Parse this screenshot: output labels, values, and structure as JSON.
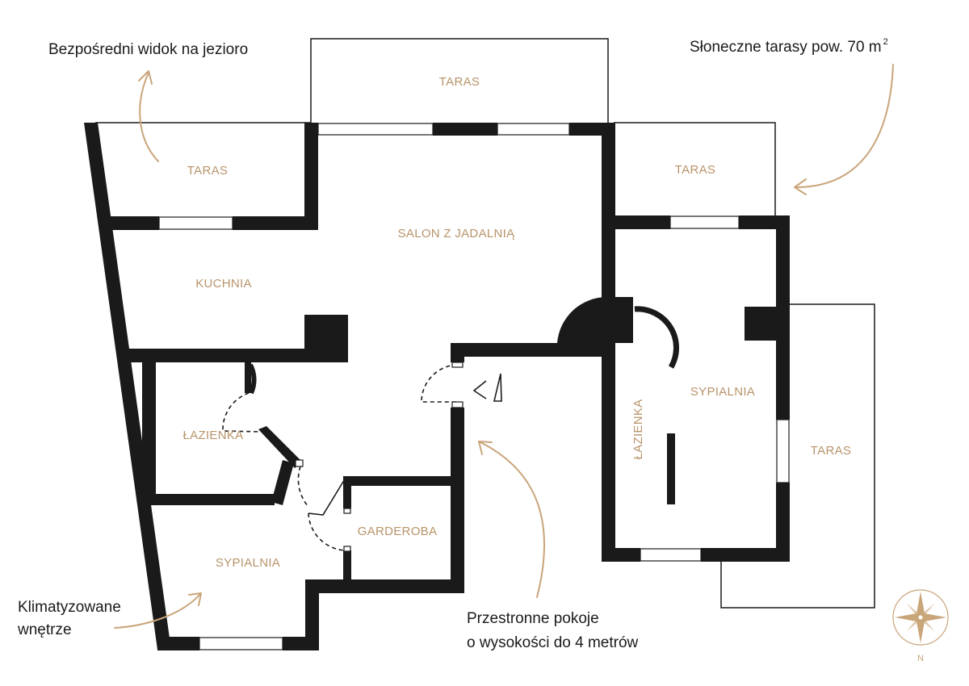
{
  "colors": {
    "wall": "#1a1a1a",
    "label": "#b8946a",
    "arrow": "#c9a57a",
    "note": "#1a1a1a",
    "compass": "#c9a57a"
  },
  "rooms": {
    "taras_top": "TARAS",
    "taras_left": "TARAS",
    "taras_right": "TARAS",
    "taras_side": "TARAS",
    "salon": "SALON Z JADALNIĄ",
    "kuchnia": "KUCHNIA",
    "lazienka_left": "ŁAZIENKA",
    "lazienka_right": "ŁAZIENKA",
    "sypialnia_right": "SYPIALNIA",
    "sypialnia_left": "SYPIALNIA",
    "garderoba": "GARDEROBA"
  },
  "notes": {
    "lake_view": "Bezpośredni widok na jezioro",
    "terraces_text": "Słoneczne tarasy pow. 70 m",
    "terraces_sup": "2",
    "climate_line1": "Klimatyzowane",
    "climate_line2": "wnętrze",
    "rooms_line1": "Przestronne pokoje",
    "rooms_line2": "o wysokości do 4 metrów"
  },
  "compass": {
    "north_label": "N",
    "icon": "compass-rose-icon"
  }
}
